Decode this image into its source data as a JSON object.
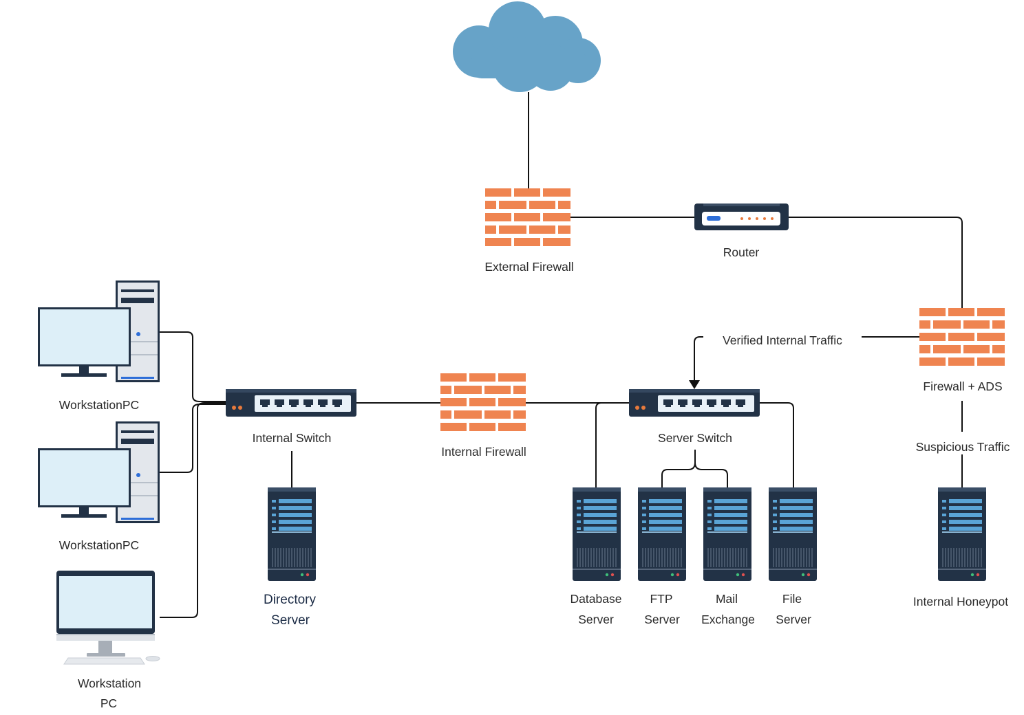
{
  "labels": {
    "external_firewall": "External Firewall",
    "router": "Router",
    "verified_traffic": "Verified Internal Traffic",
    "firewall_ads": "Firewall + ADS",
    "suspicious_traffic": "Suspicious Traffic",
    "internal_honeypot": "Internal Honeypot",
    "internal_switch": "Internal Switch",
    "internal_firewall": "Internal Firewall",
    "server_switch": "Server Switch",
    "workstation_pc_1": "WorkstationPC",
    "workstation_pc_2": "WorkstationPC",
    "workstation_pc_3_line1": "Workstation",
    "workstation_pc_3_line2": "PC",
    "directory_server_line1": "Directory",
    "directory_server_line2": "Server",
    "database_server_line1": "Database",
    "database_server_line2": "Server",
    "ftp_server_line1": "FTP",
    "ftp_server_line2": "Server",
    "mail_exchange_line1": "Mail",
    "mail_exchange_line2": "Exchange",
    "file_server_line1": "File",
    "file_server_line2": "Server"
  },
  "icons": {
    "cloud": "cloud-icon",
    "firewall": "brick-firewall-icon",
    "router": "router-icon",
    "switch": "network-switch-icon",
    "server": "server-rack-icon",
    "desktop_tower": "desktop-tower-icon",
    "imac": "all-in-one-pc-icon"
  },
  "colors": {
    "cloud": "#67a3c8",
    "brick": "#ef8450",
    "device_dark": "#223246",
    "screen": "#ddeff8",
    "line": "#111111",
    "router_led": "#e87a3c",
    "router_blue": "#2d6ed8"
  }
}
